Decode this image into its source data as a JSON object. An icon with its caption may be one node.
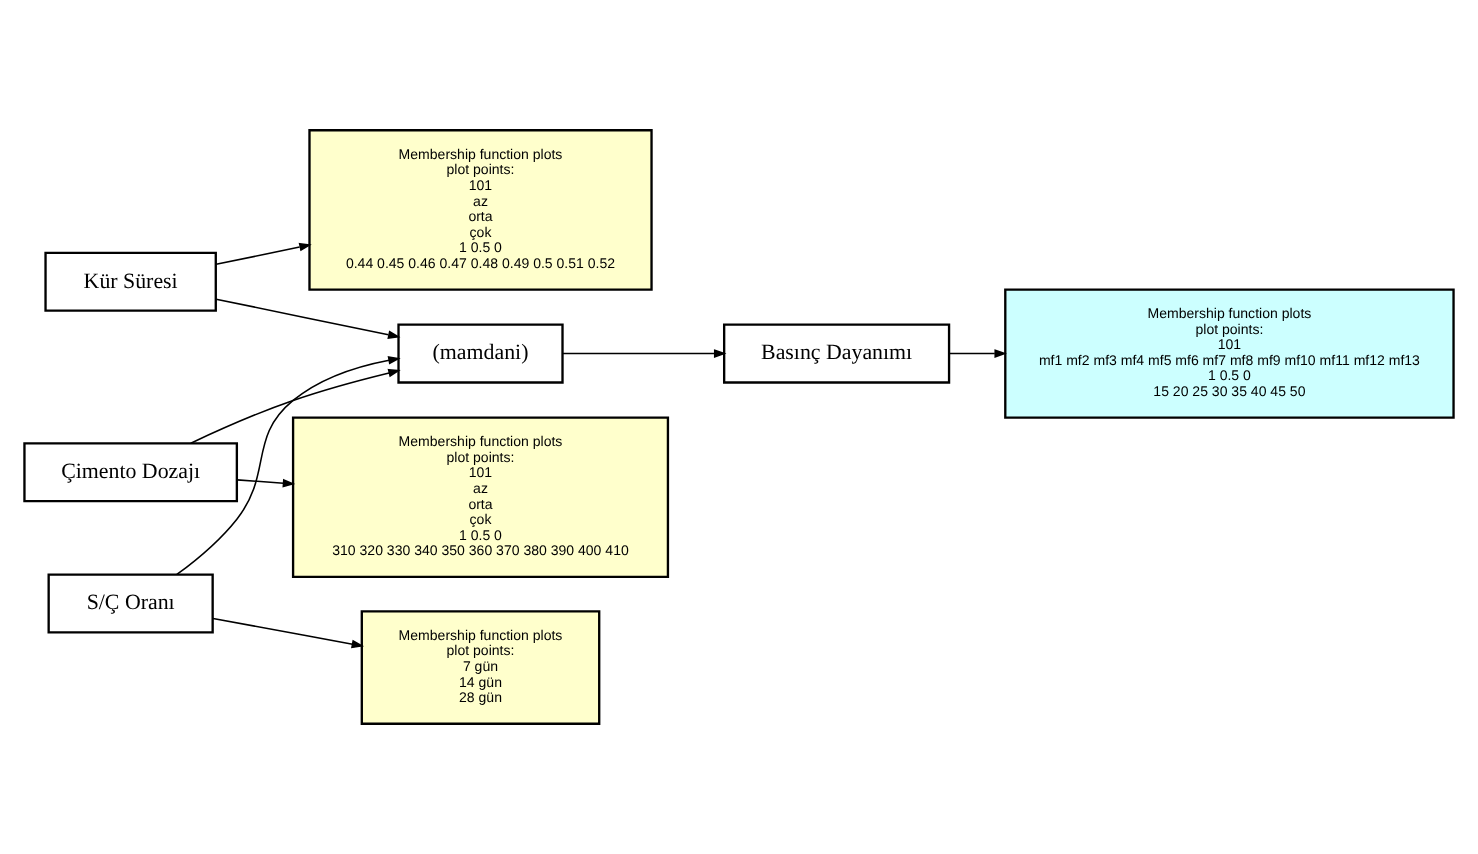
{
  "diagram": {
    "nodes": [
      {
        "text": [
          "Çimento Dozajı"
        ]
      },
      {
        "text": [
          "Kür Süresi"
        ]
      },
      {
        "text": [
          "S/Ç Oranı"
        ]
      },
      {
        "text": [
          "(mamdani)"
        ]
      },
      {
        "text": [
          "Basınç Dayanımı"
        ]
      },
      {
        "text": [
          "Membership function plots",
          "plot points:",
          "101",
          "az",
          "orta",
          "çok",
          "1 0.5 0",
          "310 320 330 340 350 360 370 380 390 400 410"
        ]
      },
      {
        "text": [
          "Membership function plots",
          "plot points:",
          "7 gün",
          "14 gün",
          "28 gün"
        ]
      },
      {
        "text": [
          "Membership function plots",
          "plot points:",
          "101",
          "az",
          "orta",
          "çok",
          "1 0.5 0",
          "0.44 0.45 0.46 0.47 0.48 0.49 0.5 0.51 0.52"
        ]
      },
      {
        "text": [
          "Membership function plots",
          "plot points:",
          "101",
          "mf1 mf2 mf3 mf4 mf5 mf6 mf7 mf8 mf9 mf10 mf11 mf12 mf13",
          "1 0.5 0",
          "15 20 25 30 35 40 45 50"
        ]
      }
    ],
    "edges": [
      {
        "from": 0,
        "to": 3,
        "arrow": "to"
      },
      {
        "from": 1,
        "to": 3,
        "arrow": "to"
      },
      {
        "from": 2,
        "to": 3,
        "arrow": "to"
      },
      {
        "from": 3,
        "to": 4,
        "arrow": "to"
      },
      {
        "from": 0,
        "to": 5,
        "arrow": "to"
      },
      {
        "from": 2,
        "to": 6,
        "arrow": "to"
      },
      {
        "from": 1,
        "to": 7,
        "arrow": "to"
      },
      {
        "from": 4,
        "to": 8,
        "arrow": "to"
      }
    ]
  }
}
